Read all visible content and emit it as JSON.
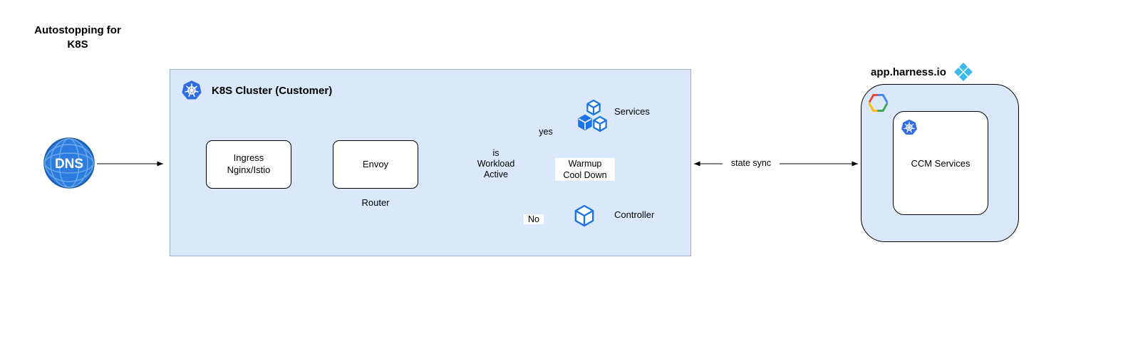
{
  "title": "Autostopping for\nK8S",
  "nodes": {
    "dns": {
      "label": "DNS"
    },
    "cluster": {
      "title": "K8S Cluster (Customer)"
    },
    "ingress": {
      "label": "Ingress\nNginx/Istio"
    },
    "envoy": {
      "label": "Envoy",
      "sublabel": "Router"
    },
    "decision": {
      "label": "is\nWorkload\nActive"
    },
    "services": {
      "label": "Services"
    },
    "controller": {
      "label": "Controller"
    },
    "harness": {
      "title": "app.harness.io"
    },
    "ccm": {
      "label": "CCM Services"
    }
  },
  "edges": {
    "yes_label": "yes",
    "no_label": "No",
    "warmup_label": "Warmup\nCool Down",
    "state_sync_label": "state sync"
  },
  "icons": {
    "dns": "globe-sphere-icon",
    "cluster": "kubernetes-icon",
    "services": "three-cubes-icon",
    "controller": "cube-icon",
    "harness": "harness-logo-icon",
    "gcp": "google-cloud-icon",
    "ccm": "kubernetes-icon"
  },
  "colors": {
    "cluster_fill": "#dbe8fb",
    "cluster_border": "#9cb3d3",
    "node_fill": "#ffffff",
    "node_border": "#000000",
    "dns_blue": "#2d7de1",
    "kubernetes_blue": "#326ce5",
    "cube_blue": "#1a73e8",
    "harness_blue": "#3db9ea",
    "connector": "#000000"
  }
}
